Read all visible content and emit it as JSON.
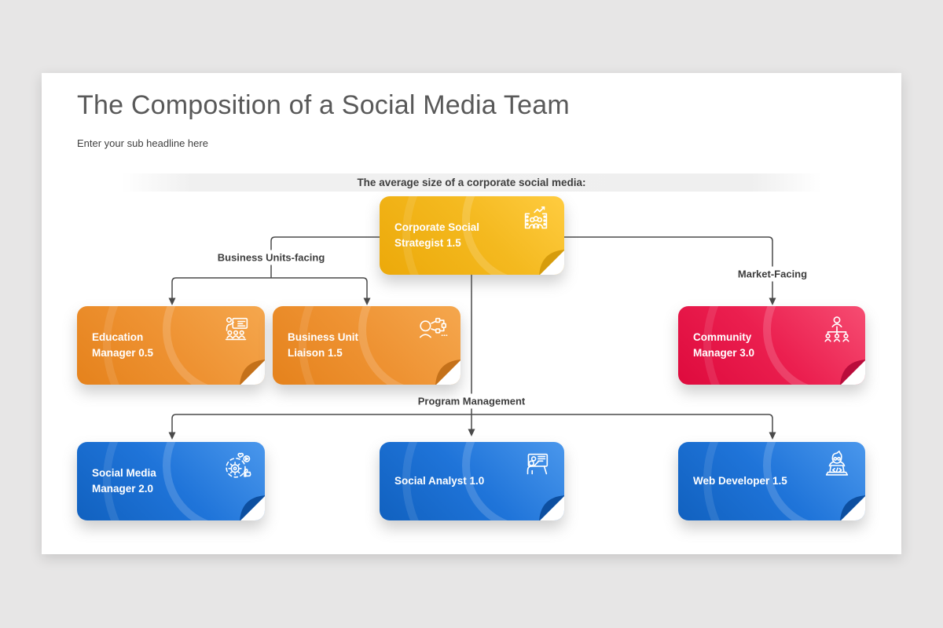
{
  "page": {
    "title": "The Composition of a Social Media Team",
    "subtitle": "Enter your sub headline here",
    "banner": "The average size of a corporate social media:"
  },
  "branches": {
    "left": {
      "label": "Business Units-facing"
    },
    "right": {
      "label": "Market-Facing"
    },
    "bottom": {
      "label": "Program Management"
    }
  },
  "org": {
    "nodes": [
      {
        "id": "corporate-social-strategist",
        "label": "Corporate Social Strategist 1.5",
        "branch": "root",
        "color": "#F3B71D",
        "icon": "team-strategy-icon"
      },
      {
        "id": "education-manager",
        "label": "Education Manager 0.5",
        "branch": "Business Units-facing",
        "color": "#EC8F2F",
        "icon": "training-presentation-icon"
      },
      {
        "id": "business-unit-liaison",
        "label": "Business Unit Liaison 1.5",
        "branch": "Business Units-facing",
        "color": "#EC8F2F",
        "icon": "person-network-icon"
      },
      {
        "id": "community-manager",
        "label": "Community Manager 3.0",
        "branch": "Market-Facing",
        "color": "#EA1C4D",
        "icon": "people-hierarchy-icon"
      },
      {
        "id": "social-media-manager",
        "label": "Social Media Manager 2.0",
        "branch": "Program Management",
        "color": "#1D73D8",
        "icon": "gear-social-icon"
      },
      {
        "id": "social-analyst",
        "label": "Social Analyst 1.0",
        "branch": "Program Management",
        "color": "#1D73D8",
        "icon": "chart-presenter-icon"
      },
      {
        "id": "web-developer",
        "label": "Web Developer 1.5",
        "branch": "Program Management",
        "color": "#1D73D8",
        "icon": "developer-laptop-icon"
      }
    ]
  },
  "colors": {
    "yellow": "#F3B71D",
    "orange": "#EC8F2F",
    "red": "#EA1C4D",
    "blue": "#1D73D8",
    "connector": "#4A4A4A",
    "slide_bg": "#FFFFFF",
    "canvas_bg": "#E7E6E6"
  }
}
